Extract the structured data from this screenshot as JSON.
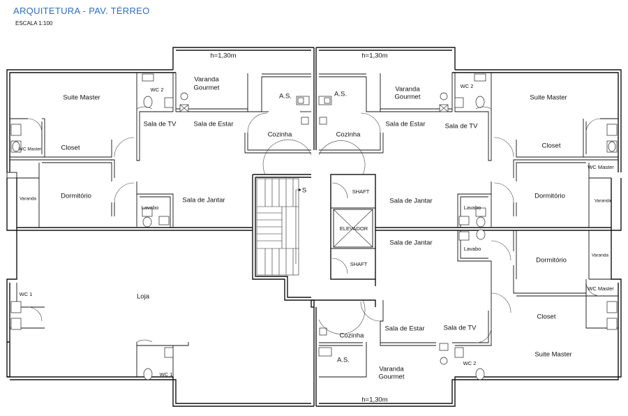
{
  "header": {
    "title": "ARQUITETURA - PAV. TÉRREO",
    "scale": "ESCALA 1:100"
  },
  "labels": {
    "h_top_left": "h=1,30m",
    "h_top_right": "h=1,30m",
    "h_bottom": "h=1,30m",
    "suite_master_tl": "Suite Master",
    "suite_master_tr": "Suite Master",
    "suite_master_br": "Suite Master",
    "wc2_tl": "WC 2",
    "wc2_tr": "WC 2",
    "wc2_br": "WC 2",
    "varanda_gourmet_tl_1": "Varanda",
    "varanda_gourmet_tl_2": "Gourmet",
    "varanda_gourmet_tr_1": "Varanda",
    "varanda_gourmet_tr_2": "Gourmet",
    "varanda_gourmet_b_1": "Varanda",
    "varanda_gourmet_b_2": "Gourmet",
    "as_l": "A.S.",
    "as_r": "A.S.",
    "as_b": "A.S.",
    "sala_tv_l": "Sala de TV",
    "sala_estar_l": "Sala de Estar",
    "cozinha_l": "Cozinha",
    "cozinha_r": "Cozinha",
    "cozinha_b": "Cozinha",
    "sala_estar_r": "Sala de Estar",
    "sala_tv_r": "Sala de TV",
    "wc_master_l": "WC Master",
    "closet_l": "Closet",
    "closet_r": "Closet",
    "wc_master_r": "WC Master",
    "varanda_l": "Varanda",
    "dormitorio_l": "Dormitório",
    "sala_jantar_l": "Sala de Jantar",
    "lavabo_l": "Lavabo",
    "shaft_top": "SHAFT",
    "elevador": "ELEVADOR",
    "shaft_bottom": "SHAFT",
    "sala_jantar_r": "Sala de Jantar",
    "lavabo_r_top": "Lavabo",
    "dormitorio_r_top": "Dormitório",
    "varanda_r_top": "Varanda",
    "sala_jantar_r2": "Sala de Jantar",
    "lavabo_r_bottom": "Lavabo",
    "dormitorio_r_bottom": "Dormitório",
    "varanda_r_bottom": "Varanda",
    "wc_master_r2": "WC Master",
    "wc1_top": "WC 1",
    "loja": "Loja",
    "closet_br": "Closet",
    "sala_estar_b": "Sala de Estar",
    "sala_tv_b": "Sala de TV",
    "wc1_bottom": "WC 1",
    "stair_s": "S"
  }
}
